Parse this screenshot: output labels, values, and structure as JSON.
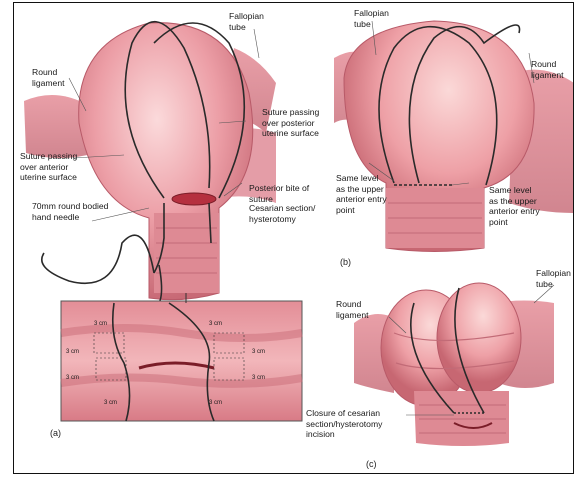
{
  "labels": {
    "a_fallopian": "Fallopian\ntube",
    "a_round": "Round\nligament",
    "a_post": "Suture passing\nover posterior\nuterine surface",
    "a_ant": "Suture passing\nover anterior\nuterine surface",
    "a_bite": "Posterior bite of\nsuture",
    "a_cs": "Cesarian section/\nhysterotomy",
    "a_needle": "70mm round bodied\nhand needle",
    "b_fallopian": "Fallopian\ntube",
    "b_round": "Round\nligament",
    "b_same_left": "Same level\nas the upper\nanterior entry\npoint",
    "b_same_right": "Same level\nas the upper\nanterior entry\npoint",
    "c_fallopian": "Fallopian\ntube",
    "c_round": "Round\nligament",
    "c_closure": "Closure of cesarian\nsection/hysterotomy\nincision",
    "inset_a": "3 cm",
    "inset_b": "3 cm",
    "inset_c": "3 cm",
    "inset_d": "3 cm",
    "inset_e": "3 cm",
    "inset_f": "3 cm",
    "inset_g": "3 cm",
    "inset_h": "3 cm"
  },
  "captions": {
    "a": "(a)",
    "b": "(b)",
    "c": "(c)"
  },
  "colors": {
    "uterus": "#e89aa3",
    "uterus_light": "#f6c4c7",
    "tissue": "#d97d86",
    "suture": "#2a2a2a"
  }
}
